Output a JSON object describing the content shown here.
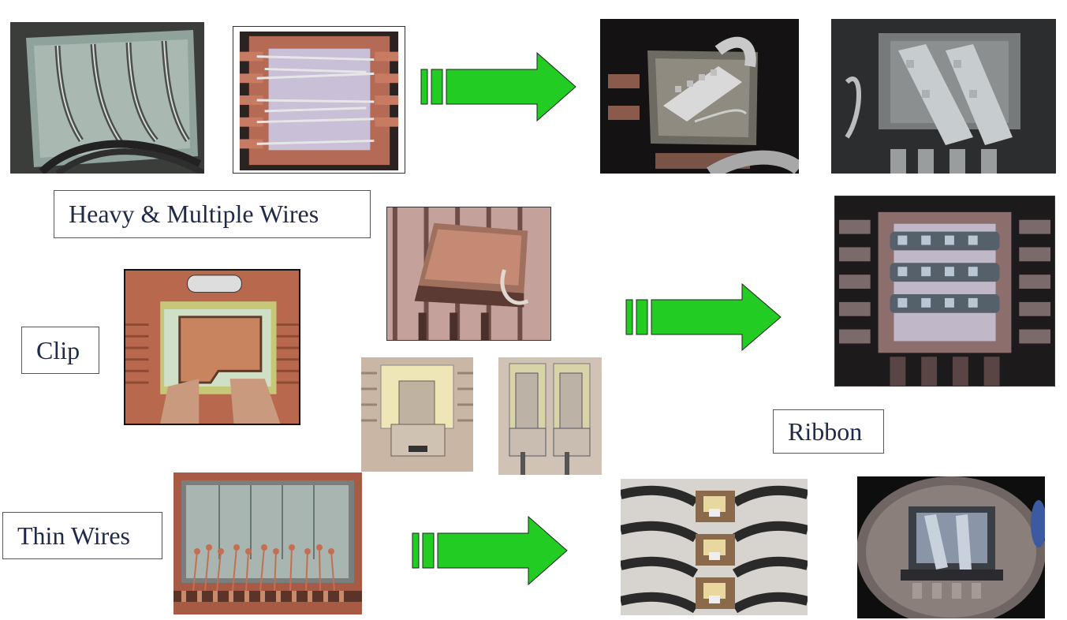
{
  "labels": {
    "heavy_wires": "Heavy & Multiple Wires",
    "clip": "Clip",
    "ribbon": "Ribbon",
    "thin_wires": "Thin Wires"
  },
  "colors": {
    "arrow_fill": "#22cc22",
    "label_text": "#1f2a4a",
    "label_border": "#555555"
  },
  "icons": {
    "arrow": "right-arrow-icon"
  }
}
